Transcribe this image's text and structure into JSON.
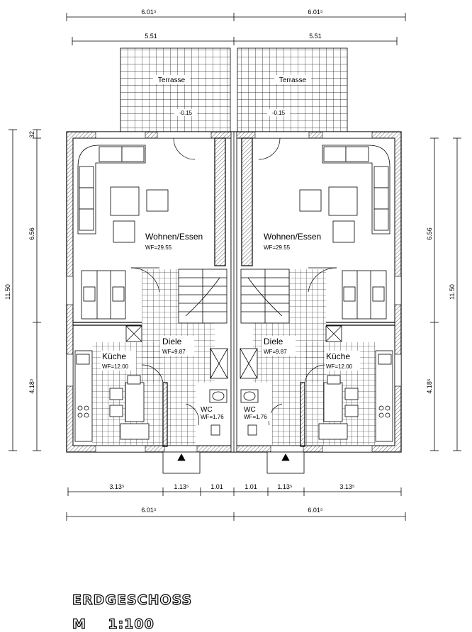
{
  "dimensions": {
    "top_overall": [
      "6.01⁵",
      "6.01⁵"
    ],
    "top_terrace": [
      "5.51",
      "5.51"
    ],
    "bottom_detail": [
      "3.13⁵",
      "1.13⁵",
      "1.01",
      "1.01",
      "1.13⁵",
      "3.13⁵"
    ],
    "bottom_overall": [
      "6.01⁵",
      "6.01⁵"
    ],
    "side_total": "11.50",
    "side_upper": "6.56",
    "side_lower": "4.18⁵",
    "side_wall": "32"
  },
  "terraces": [
    {
      "label": "Terrasse",
      "level": "-0.15"
    },
    {
      "label": "Terrasse",
      "level": "-0.15"
    }
  ],
  "rooms": {
    "wohnen": {
      "label": "Wohnen/Essen",
      "area": "WF=29.55"
    },
    "diele": {
      "label": "Diele",
      "area": "WF=9.87"
    },
    "kueche": {
      "label": "Küche",
      "area": "WF=12.00"
    },
    "wc": {
      "label": "WC",
      "area": "WF=1.76"
    }
  },
  "title": {
    "floor": "ERDGESCHOSS",
    "scale": "M    1:100"
  }
}
